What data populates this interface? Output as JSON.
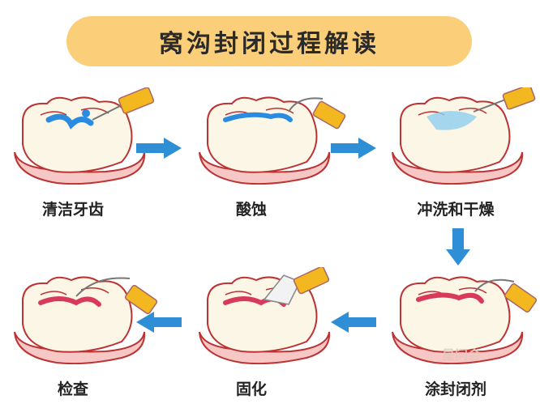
{
  "title": "窝沟封闭过程解读",
  "steps": [
    {
      "label": "清洁牙齿"
    },
    {
      "label": "酸蚀"
    },
    {
      "label": "冲洗和干燥"
    },
    {
      "label": "涂封闭剂"
    },
    {
      "label": "固化"
    },
    {
      "label": "检查"
    }
  ],
  "watermark": "星问会",
  "colors": {
    "title_bg": "#fbcf79",
    "tooth": "#fbf6e6",
    "gum": "#f6c7c5",
    "arrow": "#2f8fd6",
    "tool": "#f3b820",
    "blue_fluid": "#2a8be0",
    "sealant": "#d9395a"
  }
}
